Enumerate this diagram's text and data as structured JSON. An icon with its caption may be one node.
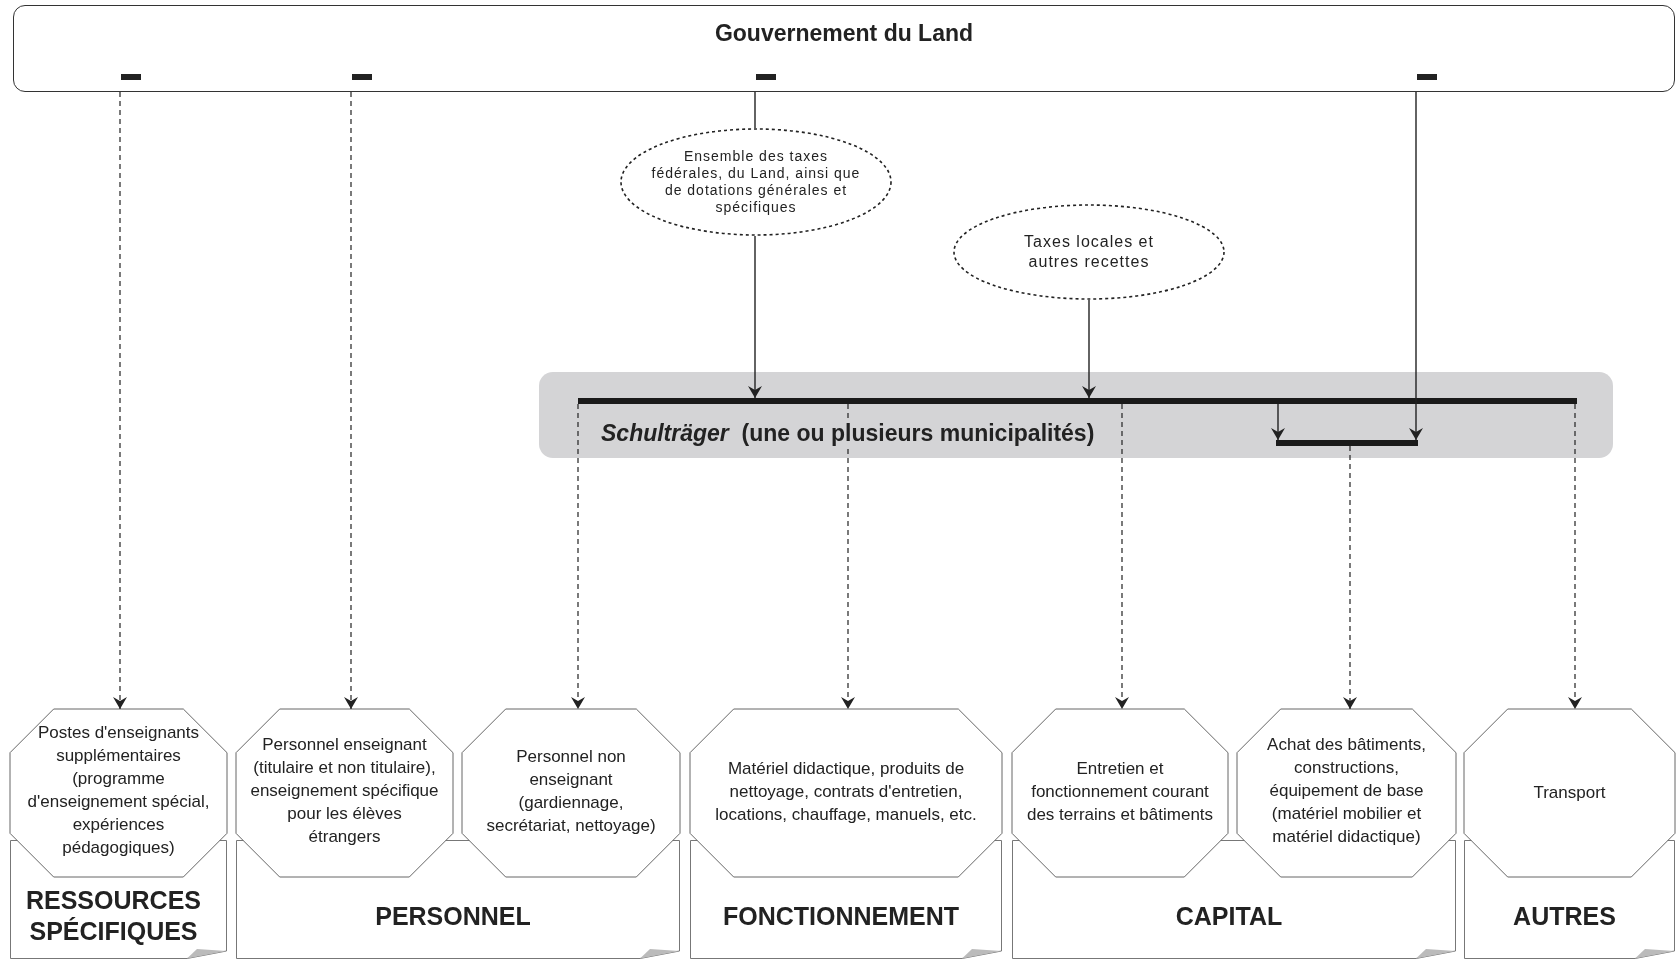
{
  "diagram": {
    "nodes": [
      {
        "text": [
          "Gouvernement du Land"
        ]
      },
      {
        "text": [
          "Ensemble des taxes fédérales, du Land, ainsi que de dotations générales et spécifiques"
        ]
      },
      {
        "text": [
          "Taxes locales et autres recettes"
        ]
      },
      {
        "text": [
          "*Schulträger*  (une ou plusieurs municipalités)"
        ]
      },
      {
        "text": [],
        "shape": "bar",
        "in": 3
      },
      {
        "text": [],
        "shape": "bar",
        "in": 3
      },
      {
        "text": [
          "Postes d'enseignants supplémentaires (programme d'enseignement spécial, expériences pédagogiques)"
        ]
      },
      {
        "text": [
          "Personnel enseignant (titulaire et non titulaire), enseignement spécifique pour les élèves étrangers"
        ]
      },
      {
        "text": [
          "Personnel non enseignant (gardiennage, secrétariat, nettoyage)"
        ]
      },
      {
        "text": [
          "Matériel didactique, produits de nettoyage, contrats d'entretien, locations, chauffage, manuels, etc."
        ]
      },
      {
        "text": [
          "Entretien et fonctionnement courant des terrains et bâtiments"
        ]
      },
      {
        "text": [
          "Achat des bâtiments, constructions, équipement de base (matériel mobilier et matériel didactique)"
        ]
      },
      {
        "text": [
          "Transport"
        ]
      },
      {
        "text": [
          "RESSOURCES SPÉCIFIQUES"
        ]
      },
      {
        "text": [
          "PERSONNEL"
        ]
      },
      {
        "text": [
          "FONCTIONNEMENT"
        ]
      },
      {
        "text": [
          "CAPITAL"
        ]
      },
      {
        "text": [
          "AUTRES"
        ]
      }
    ],
    "edges": [
      {
        "from": 0,
        "to": 6,
        "arrow": "to",
        "style": "dashed"
      },
      {
        "from": 0,
        "to": 7,
        "arrow": "to",
        "style": "dashed"
      },
      {
        "from": 0,
        "to": 1,
        "arrow": "none"
      },
      {
        "from": 1,
        "to": 4,
        "arrow": "to"
      },
      {
        "from": 2,
        "to": 4,
        "arrow": "to"
      },
      {
        "from": 0,
        "to": 5,
        "arrow": "to"
      },
      {
        "from": 4,
        "to": 5,
        "arrow": "to"
      },
      {
        "from": 4,
        "to": 8,
        "arrow": "to",
        "style": "dashed"
      },
      {
        "from": 4,
        "to": 9,
        "arrow": "to",
        "style": "dashed"
      },
      {
        "from": 4,
        "to": 10,
        "arrow": "to",
        "style": "dashed"
      },
      {
        "from": 5,
        "to": 11,
        "arrow": "to",
        "style": "dashed"
      },
      {
        "from": 4,
        "to": 12,
        "arrow": "to",
        "style": "dashed"
      }
    ]
  }
}
